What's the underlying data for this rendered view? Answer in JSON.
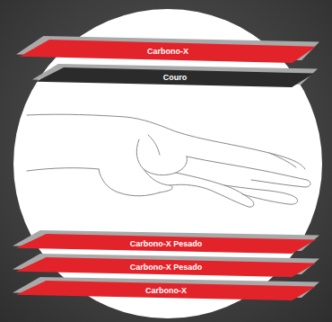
{
  "diagram": {
    "nodes": [
      {
        "text": [
          "Carbono-X"
        ]
      },
      {
        "text": [
          "Couro"
        ]
      },
      {
        "text": [
          "Carbono-X Pesado"
        ]
      },
      {
        "text": [
          "Carbono-X Pesado"
        ]
      },
      {
        "text": [
          "Carbono-X"
        ]
      }
    ]
  }
}
